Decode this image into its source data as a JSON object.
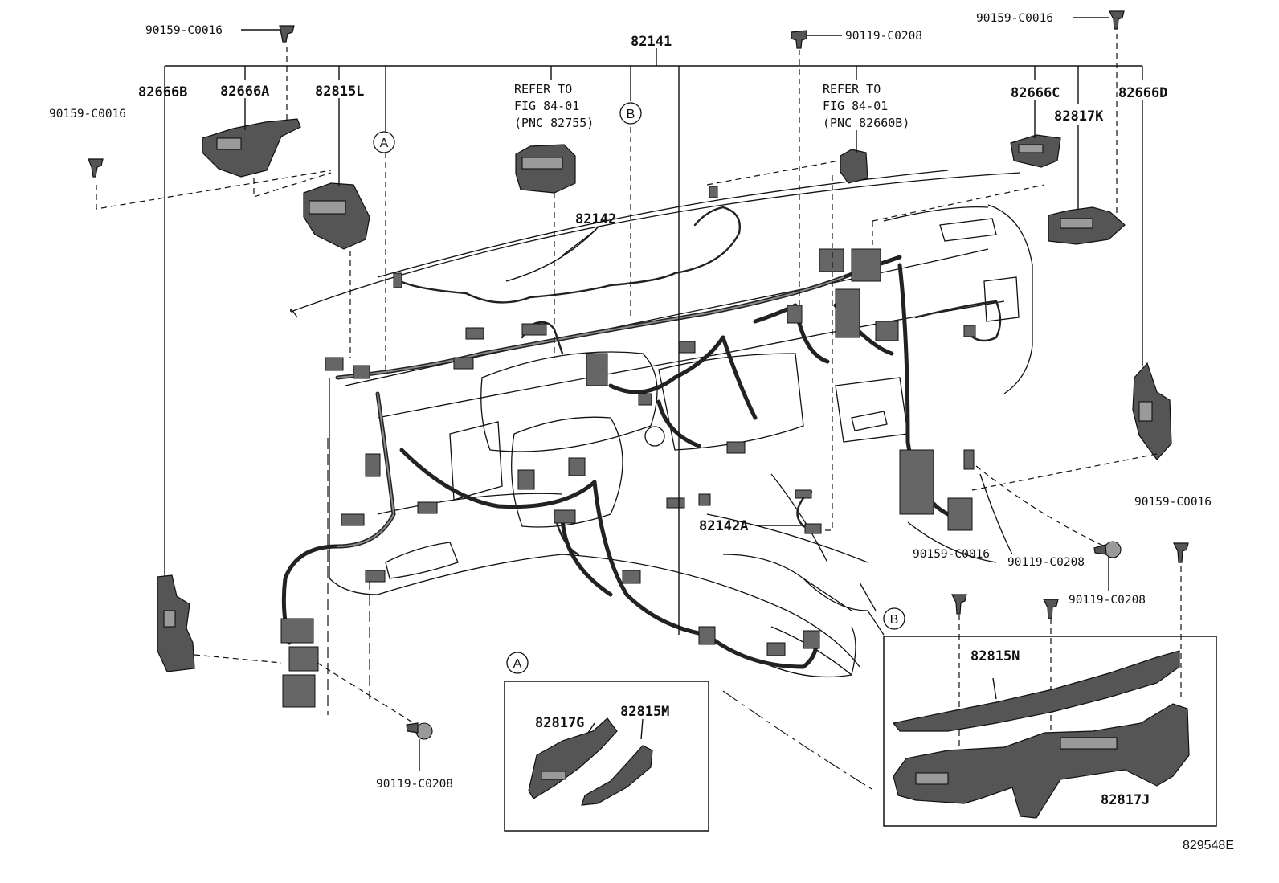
{
  "labels": {
    "harness_main": "82141",
    "harness_sub": "82142",
    "harness_sub_a": "82142A",
    "block_b": "82666B",
    "block_a": "82666A",
    "bracket_l": "82815L",
    "block_c": "82666C",
    "bracket_k": "82817K",
    "block_d": "82666D",
    "bracket_g": "82817G",
    "bracket_m": "82815M",
    "bracket_n": "82815N",
    "bracket_j": "82817J"
  },
  "fasteners": {
    "bolt_top_left": "90159-C0016",
    "bolt_left": "90159-C0016",
    "bolt_top_right": "90159-C0016",
    "clip_top_center": "90119-C0208",
    "bolt_right": "90159-C0016",
    "bolt_b_left": "90159-C0016",
    "clip_b_center": "90119-C0208",
    "clip_right": "90119-C0208",
    "clip_bottom_left": "90119-C0208"
  },
  "notes": {
    "refer1_line1": "REFER TO",
    "refer1_line2": "FIG 84-01",
    "refer1_line3": "(PNC 82755)",
    "refer2_line1": "REFER TO",
    "refer2_line2": "FIG 84-01",
    "refer2_line3": "(PNC 82660B)"
  },
  "callouts": {
    "a": "A",
    "b": "B"
  },
  "figure_ref": "829548E"
}
